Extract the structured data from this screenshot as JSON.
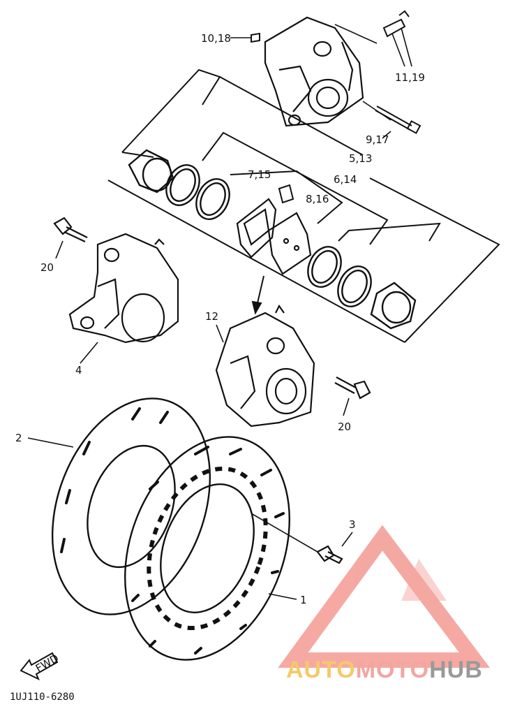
{
  "callouts": {
    "c1": "1",
    "c2": "2",
    "c3": "3",
    "c4": "4",
    "c5_13": "5,13",
    "c6_14": "6,14",
    "c7_15": "7,15",
    "c8_16": "8,16",
    "c9_17": "9,17",
    "c10_18": "10,18",
    "c11_19": "11,19",
    "c12": "12",
    "c20a": "20",
    "c20b": "20"
  },
  "fwd_label": "FWD",
  "diagram_code": "1UJ110-6280",
  "watermark": {
    "part1": "AUTO",
    "part2": "MOTO",
    "part3": "HUB",
    "colors": {
      "auto": "#f5c96a",
      "moto": "#f3a6a0",
      "hub": "#9a9a9a",
      "logo": "#f39a92"
    }
  }
}
